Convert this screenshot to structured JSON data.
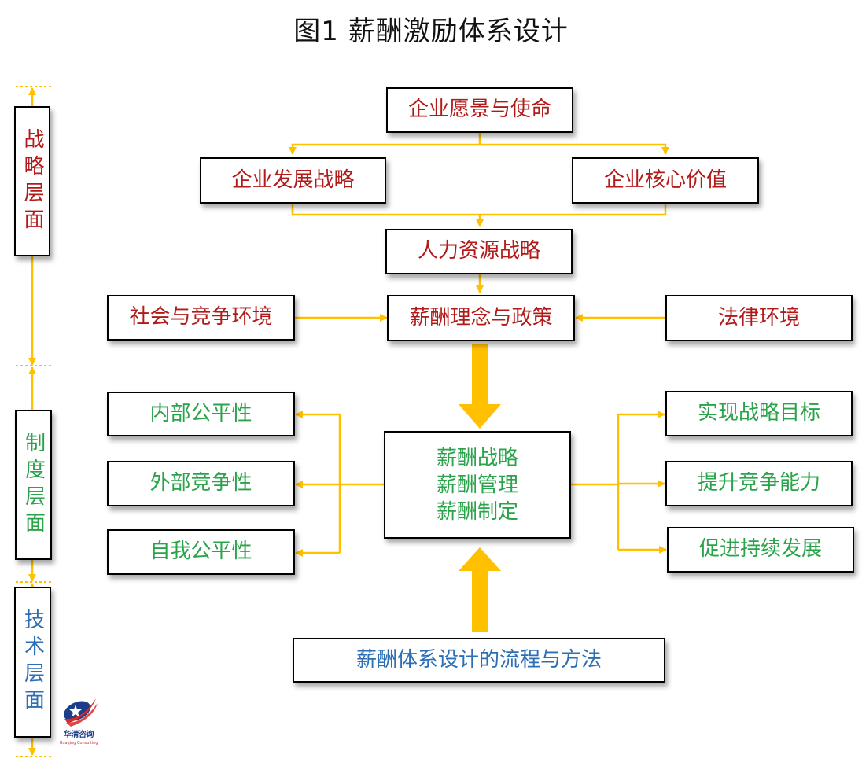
{
  "title": "图1  薪酬激励体系设计",
  "levels": [
    {
      "label_chars": [
        "战",
        "略",
        "层",
        "面"
      ],
      "label": "战略层面",
      "color": "#b21a1a"
    },
    {
      "label_chars": [
        "制",
        "度",
        "层",
        "面"
      ],
      "label": "制度层面",
      "color": "#2aa34a"
    },
    {
      "label_chars": [
        "技",
        "术",
        "层",
        "面"
      ],
      "label": "技术层面",
      "color": "#2c6fb5"
    }
  ],
  "strategy": {
    "vision": "企业愿景与使命",
    "development_strategy": "企业发展战略",
    "core_values": "企业核心价值",
    "hr_strategy": "人力资源战略",
    "social_environment": "社会与竞争环境",
    "compensation_policy": "薪酬理念与政策",
    "legal_environment": "法律环境"
  },
  "system": {
    "left": [
      "内部公平性",
      "外部竞争性",
      "自我公平性"
    ],
    "center": [
      "薪酬战略",
      "薪酬管理",
      "薪酬制定"
    ],
    "right": [
      "实现战略目标",
      "提升竞争能力",
      "促进持续发展"
    ]
  },
  "technical": {
    "process": "薪酬体系设计的流程与方法"
  },
  "logo": {
    "name": "华清咨询",
    "subtitle": "Huaqing Consulting"
  },
  "colors": {
    "connector": "#ffc000",
    "strategy_text": "#b21a1a",
    "system_text": "#2aa34a",
    "technical_text": "#2c6fb5"
  }
}
